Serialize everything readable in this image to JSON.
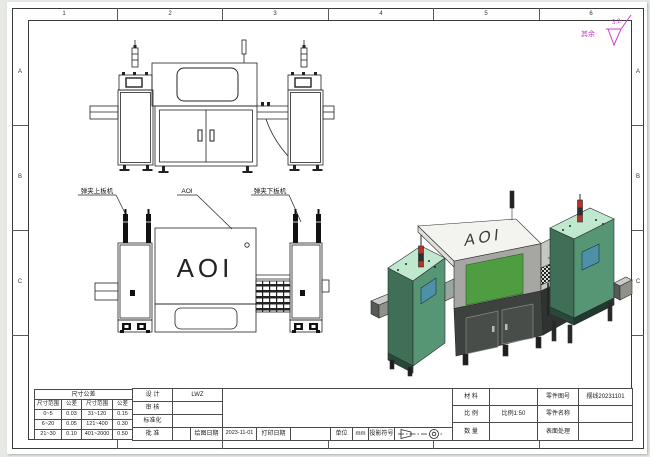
{
  "sheet": {
    "zones": {
      "cols": [
        "1",
        "2",
        "3",
        "4",
        "5",
        "6"
      ],
      "rows": [
        "A",
        "B",
        "C"
      ]
    },
    "surface_note": {
      "prefix": "其余",
      "roughness": "3.2"
    }
  },
  "drawing": {
    "labels": {
      "loader": "弹夹上板机",
      "aoi": "AOI",
      "unloader": "弹夹下板机"
    },
    "front_panel_text": "AOI",
    "iso_text": "AOI"
  },
  "title_block": {
    "tolerance": {
      "title": "尺寸公差",
      "col_headers": [
        "尺寸范围",
        "公差",
        "尺寸范围",
        "公差"
      ],
      "rows": [
        [
          "0~5",
          "0.03",
          "31~120",
          "0.15"
        ],
        [
          "6~20",
          "0.05",
          "121~400",
          "0.30"
        ],
        [
          "21~30",
          "0.10",
          "401~2000",
          "0.50"
        ]
      ]
    },
    "signoff": {
      "design_label": "设 计",
      "design_value": "LWZ",
      "check_label": "审 核",
      "standard_label": "标准化",
      "approve_label": "批 准"
    },
    "dates": {
      "draw_label": "绘图日期",
      "draw_value": "2023-11-01",
      "print_label": "打印日期",
      "print_value": ""
    },
    "units": {
      "unit_label": "单位",
      "unit_value": "mm",
      "projection_label": "投影符号"
    },
    "info": {
      "material_label": "材 料",
      "material_value": "",
      "scale_label": "比 例",
      "scale_value": "比例1:50",
      "qty_label": "数 量",
      "qty_value": "",
      "part_no_label": "零件图号",
      "part_no_value": "摆线20231101",
      "part_name_label": "零件名称",
      "part_name_value": "",
      "surface_label": "表面处理",
      "surface_value": ""
    }
  },
  "colors": {
    "accent_magenta": "#cc3fcc",
    "machine_teal": "#3f7057",
    "machine_mint": "#bfe8cf",
    "window_green": "#4e9e41",
    "hood_white": "#f3f3ef",
    "base_dark": "#3e423e",
    "screen_blue": "#4d90a8"
  }
}
